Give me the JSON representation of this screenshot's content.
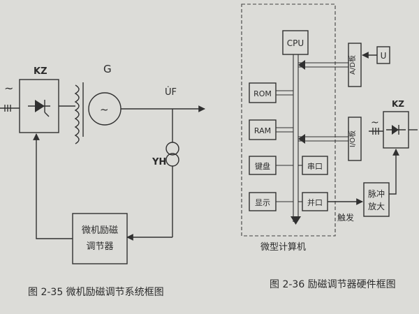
{
  "left_figure": {
    "kz_label": "KZ",
    "g_label": "G",
    "uf_label": "U̇F",
    "yh_label": "YH",
    "regulator_line1": "微机励磁",
    "regulator_line2": "调节器",
    "ac_mark": "~",
    "caption": "图 2-35 微机励磁调节系统框图"
  },
  "right_figure": {
    "cpu_label": "CPU",
    "rom_label": "ROM",
    "ram_label": "RAM",
    "keyboard_label": "键盘",
    "display_label": "显示",
    "serial_label": "串口",
    "parallel_label": "并口",
    "ad_label": "A/D板",
    "u_label": "U",
    "io_label": "I/O板",
    "kz_label": "KZ",
    "pulse_line1": "脉冲",
    "pulse_line2": "放大",
    "trigger_label": "触发",
    "computer_label": "微型计算机",
    "ac_mark": "~",
    "caption": "图 2-36 励磁调节器硬件框图"
  }
}
